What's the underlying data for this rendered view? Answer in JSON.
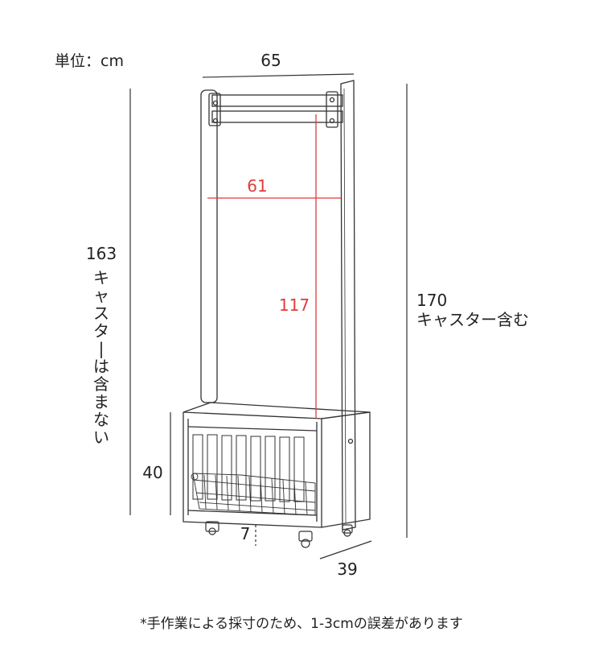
{
  "unit_label": "単位：cm",
  "dimensions": {
    "width_total": "65",
    "width_inner": "61",
    "height_hanging": "117",
    "height_left": "163",
    "height_left_note": "キャスターは含まない",
    "height_right": "170",
    "height_right_note": "キャスター含む",
    "base_height": "40",
    "caster_gap": "7",
    "depth": "39"
  },
  "footnote": "*手作業による採寸のため、1-3cmの誤差があります",
  "colors": {
    "line": "#333333",
    "accent": "#e23b3b"
  }
}
